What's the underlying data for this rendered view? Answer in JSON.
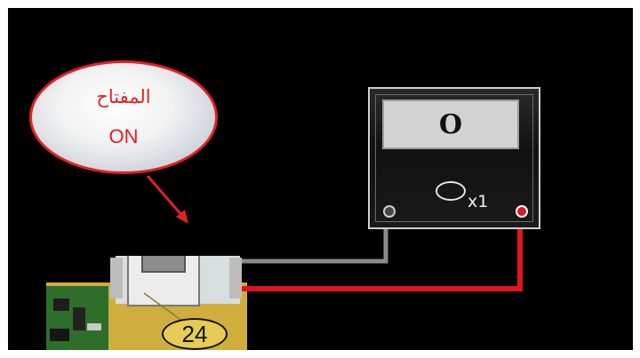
{
  "callout": {
    "line1": "المفتاح",
    "line2": "ON"
  },
  "meter": {
    "display_value": "O",
    "range_label": "x1"
  },
  "component_label": "24",
  "colors": {
    "background": "#000000",
    "callout_border": "#e32026",
    "wire_negative": "#8a8a8a",
    "wire_positive": "#e0141b",
    "board_green": "#3a7d2f",
    "component_gold": "#d9b84a"
  }
}
